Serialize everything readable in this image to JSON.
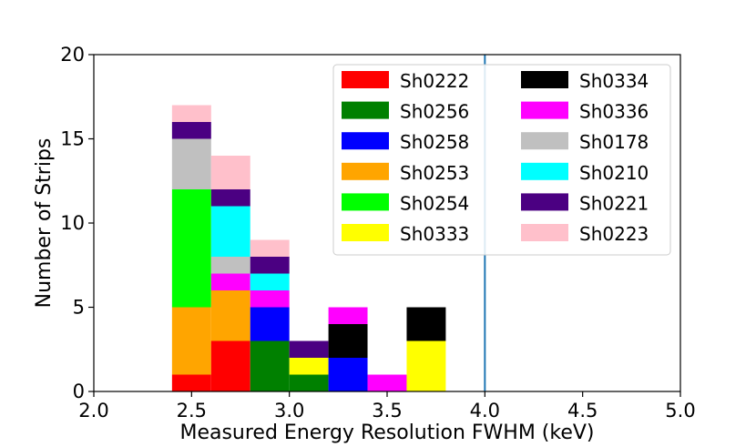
{
  "chart_data": {
    "type": "bar",
    "subtype": "stacked-histogram",
    "xlabel": "Measured Energy Resolution FWHM (keV)",
    "ylabel": "Number of Strips",
    "xlim": [
      2.0,
      5.0
    ],
    "ylim": [
      0,
      20
    ],
    "xticks": [
      "2.0",
      "2.5",
      "3.0",
      "3.5",
      "4.0",
      "4.5",
      "5.0"
    ],
    "yticks": [
      "0",
      "5",
      "10",
      "15",
      "20"
    ],
    "bin_edges": [
      2.4,
      2.6,
      2.8,
      3.0,
      3.2,
      3.4,
      3.6,
      3.8
    ],
    "bins": [
      "2.4-2.6",
      "2.6-2.8",
      "2.8-3.0",
      "3.0-3.2",
      "3.2-3.4",
      "3.4-3.6",
      "3.6-3.8"
    ],
    "grid": false,
    "legend_position": "top-right",
    "legend_columns": 2,
    "vline": {
      "x": 4.0,
      "color": "#1f77b4"
    },
    "series": [
      {
        "name": "Sh0222",
        "color": "#ff0000",
        "values": [
          1,
          3,
          0,
          0,
          0,
          0,
          0
        ]
      },
      {
        "name": "Sh0256",
        "color": "#008000",
        "values": [
          0,
          0,
          3,
          1,
          0,
          0,
          0
        ]
      },
      {
        "name": "Sh0258",
        "color": "#0000ff",
        "values": [
          0,
          0,
          2,
          0,
          2,
          0,
          0
        ]
      },
      {
        "name": "Sh0253",
        "color": "#ffa500",
        "values": [
          4,
          3,
          0,
          0,
          0,
          0,
          0
        ]
      },
      {
        "name": "Sh0254",
        "color": "#00ff00",
        "values": [
          7,
          0,
          0,
          0,
          0,
          0,
          0
        ]
      },
      {
        "name": "Sh0333",
        "color": "#ffff00",
        "values": [
          0,
          0,
          0,
          1,
          0,
          0,
          3
        ]
      },
      {
        "name": "Sh0334",
        "color": "#000000",
        "values": [
          0,
          0,
          0,
          0,
          2,
          0,
          2
        ]
      },
      {
        "name": "Sh0336",
        "color": "#ff00ff",
        "values": [
          0,
          1,
          1,
          0,
          1,
          1,
          0
        ]
      },
      {
        "name": "Sh0178",
        "color": "#c0c0c0",
        "values": [
          3,
          1,
          0,
          0,
          0,
          0,
          0
        ]
      },
      {
        "name": "Sh0210",
        "color": "#00ffff",
        "values": [
          0,
          3,
          1,
          0,
          0,
          0,
          0
        ]
      },
      {
        "name": "Sh0221",
        "color": "#4b0082",
        "values": [
          1,
          1,
          1,
          1,
          0,
          0,
          0
        ]
      },
      {
        "name": "Sh0223",
        "color": "#ffc0cb",
        "values": [
          1,
          2,
          1,
          0,
          0,
          0,
          0
        ]
      }
    ]
  }
}
